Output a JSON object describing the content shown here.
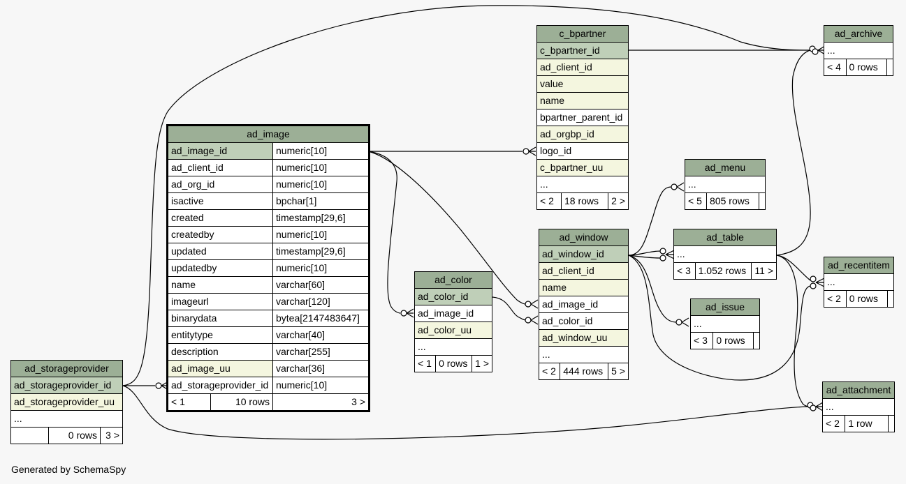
{
  "footer": "Generated by SchemaSpy",
  "colors": {
    "header": "#9caf96",
    "primary_key": "#bfcfb8",
    "foreign_key": "#f4f6df",
    "background": "#f7f7f7"
  },
  "ad_image": {
    "title": "ad_image",
    "columns": [
      {
        "name": "ad_image_id",
        "type": "numeric[10]",
        "kind": "pk"
      },
      {
        "name": "ad_client_id",
        "type": "numeric[10]",
        "kind": ""
      },
      {
        "name": "ad_org_id",
        "type": "numeric[10]",
        "kind": ""
      },
      {
        "name": "isactive",
        "type": "bpchar[1]",
        "kind": ""
      },
      {
        "name": "created",
        "type": "timestamp[29,6]",
        "kind": ""
      },
      {
        "name": "createdby",
        "type": "numeric[10]",
        "kind": ""
      },
      {
        "name": "updated",
        "type": "timestamp[29,6]",
        "kind": ""
      },
      {
        "name": "updatedby",
        "type": "numeric[10]",
        "kind": ""
      },
      {
        "name": "name",
        "type": "varchar[60]",
        "kind": ""
      },
      {
        "name": "imageurl",
        "type": "varchar[120]",
        "kind": ""
      },
      {
        "name": "binarydata",
        "type": "bytea[2147483647]",
        "kind": ""
      },
      {
        "name": "entitytype",
        "type": "varchar[40]",
        "kind": ""
      },
      {
        "name": "description",
        "type": "varchar[255]",
        "kind": ""
      },
      {
        "name": "ad_image_uu",
        "type": "varchar[36]",
        "kind": "fk"
      },
      {
        "name": "ad_storageprovider_id",
        "type": "numeric[10]",
        "kind": ""
      }
    ],
    "footer": {
      "parents": "< 1",
      "rows": "10 rows",
      "children": "3 >"
    }
  },
  "ad_storageprovider": {
    "title": "ad_storageprovider",
    "rows": [
      {
        "text": "ad_storageprovider_id",
        "kind": "pk"
      },
      {
        "text": "ad_storageprovider_uu",
        "kind": "fk"
      },
      {
        "text": "...",
        "kind": ""
      }
    ],
    "footer": {
      "parents": "",
      "rows": "0 rows",
      "children": "3 >"
    }
  },
  "c_bpartner": {
    "title": "c_bpartner",
    "rows": [
      {
        "text": "c_bpartner_id",
        "kind": "pk"
      },
      {
        "text": "ad_client_id",
        "kind": "fk"
      },
      {
        "text": "value",
        "kind": "fk"
      },
      {
        "text": "name",
        "kind": "fk"
      },
      {
        "text": "bpartner_parent_id",
        "kind": ""
      },
      {
        "text": "ad_orgbp_id",
        "kind": "fk"
      },
      {
        "text": "logo_id",
        "kind": ""
      },
      {
        "text": "c_bpartner_uu",
        "kind": "fk"
      },
      {
        "text": "...",
        "kind": ""
      }
    ],
    "footer": {
      "parents": "< 2",
      "rows": "18 rows",
      "children": "2 >"
    }
  },
  "ad_color": {
    "title": "ad_color",
    "rows": [
      {
        "text": "ad_color_id",
        "kind": "pk"
      },
      {
        "text": "ad_image_id",
        "kind": ""
      },
      {
        "text": "ad_color_uu",
        "kind": "fk"
      },
      {
        "text": "...",
        "kind": ""
      }
    ],
    "footer": {
      "parents": "< 1",
      "rows": "0 rows",
      "children": "1 >"
    }
  },
  "ad_window": {
    "title": "ad_window",
    "rows": [
      {
        "text": "ad_window_id",
        "kind": "pk"
      },
      {
        "text": "ad_client_id",
        "kind": "fk"
      },
      {
        "text": "name",
        "kind": "fk"
      },
      {
        "text": "ad_image_id",
        "kind": ""
      },
      {
        "text": "ad_color_id",
        "kind": ""
      },
      {
        "text": "ad_window_uu",
        "kind": "fk"
      },
      {
        "text": "...",
        "kind": ""
      }
    ],
    "footer": {
      "parents": "< 2",
      "rows": "444 rows",
      "children": "5 >"
    }
  },
  "ad_archive": {
    "title": "ad_archive",
    "rows": [
      {
        "text": "...",
        "kind": ""
      }
    ],
    "footer": {
      "parents": "< 4",
      "rows": "0 rows",
      "children": ""
    }
  },
  "ad_menu": {
    "title": "ad_menu",
    "rows": [
      {
        "text": "...",
        "kind": ""
      }
    ],
    "footer": {
      "parents": "< 5",
      "rows": "805 rows",
      "children": ""
    }
  },
  "ad_table": {
    "title": "ad_table",
    "rows": [
      {
        "text": "...",
        "kind": ""
      }
    ],
    "footer": {
      "parents": "< 3",
      "rows": "1.052 rows",
      "children": "11 >"
    }
  },
  "ad_issue": {
    "title": "ad_issue",
    "rows": [
      {
        "text": "...",
        "kind": ""
      }
    ],
    "footer": {
      "parents": "< 3",
      "rows": "0 rows",
      "children": ""
    }
  },
  "ad_recentitem": {
    "title": "ad_recentitem",
    "rows": [
      {
        "text": "...",
        "kind": ""
      }
    ],
    "footer": {
      "parents": "< 2",
      "rows": "0 rows",
      "children": ""
    }
  },
  "ad_attachment": {
    "title": "ad_attachment",
    "rows": [
      {
        "text": "...",
        "kind": ""
      }
    ],
    "footer": {
      "parents": "< 2",
      "rows": "1 row",
      "children": ""
    }
  }
}
